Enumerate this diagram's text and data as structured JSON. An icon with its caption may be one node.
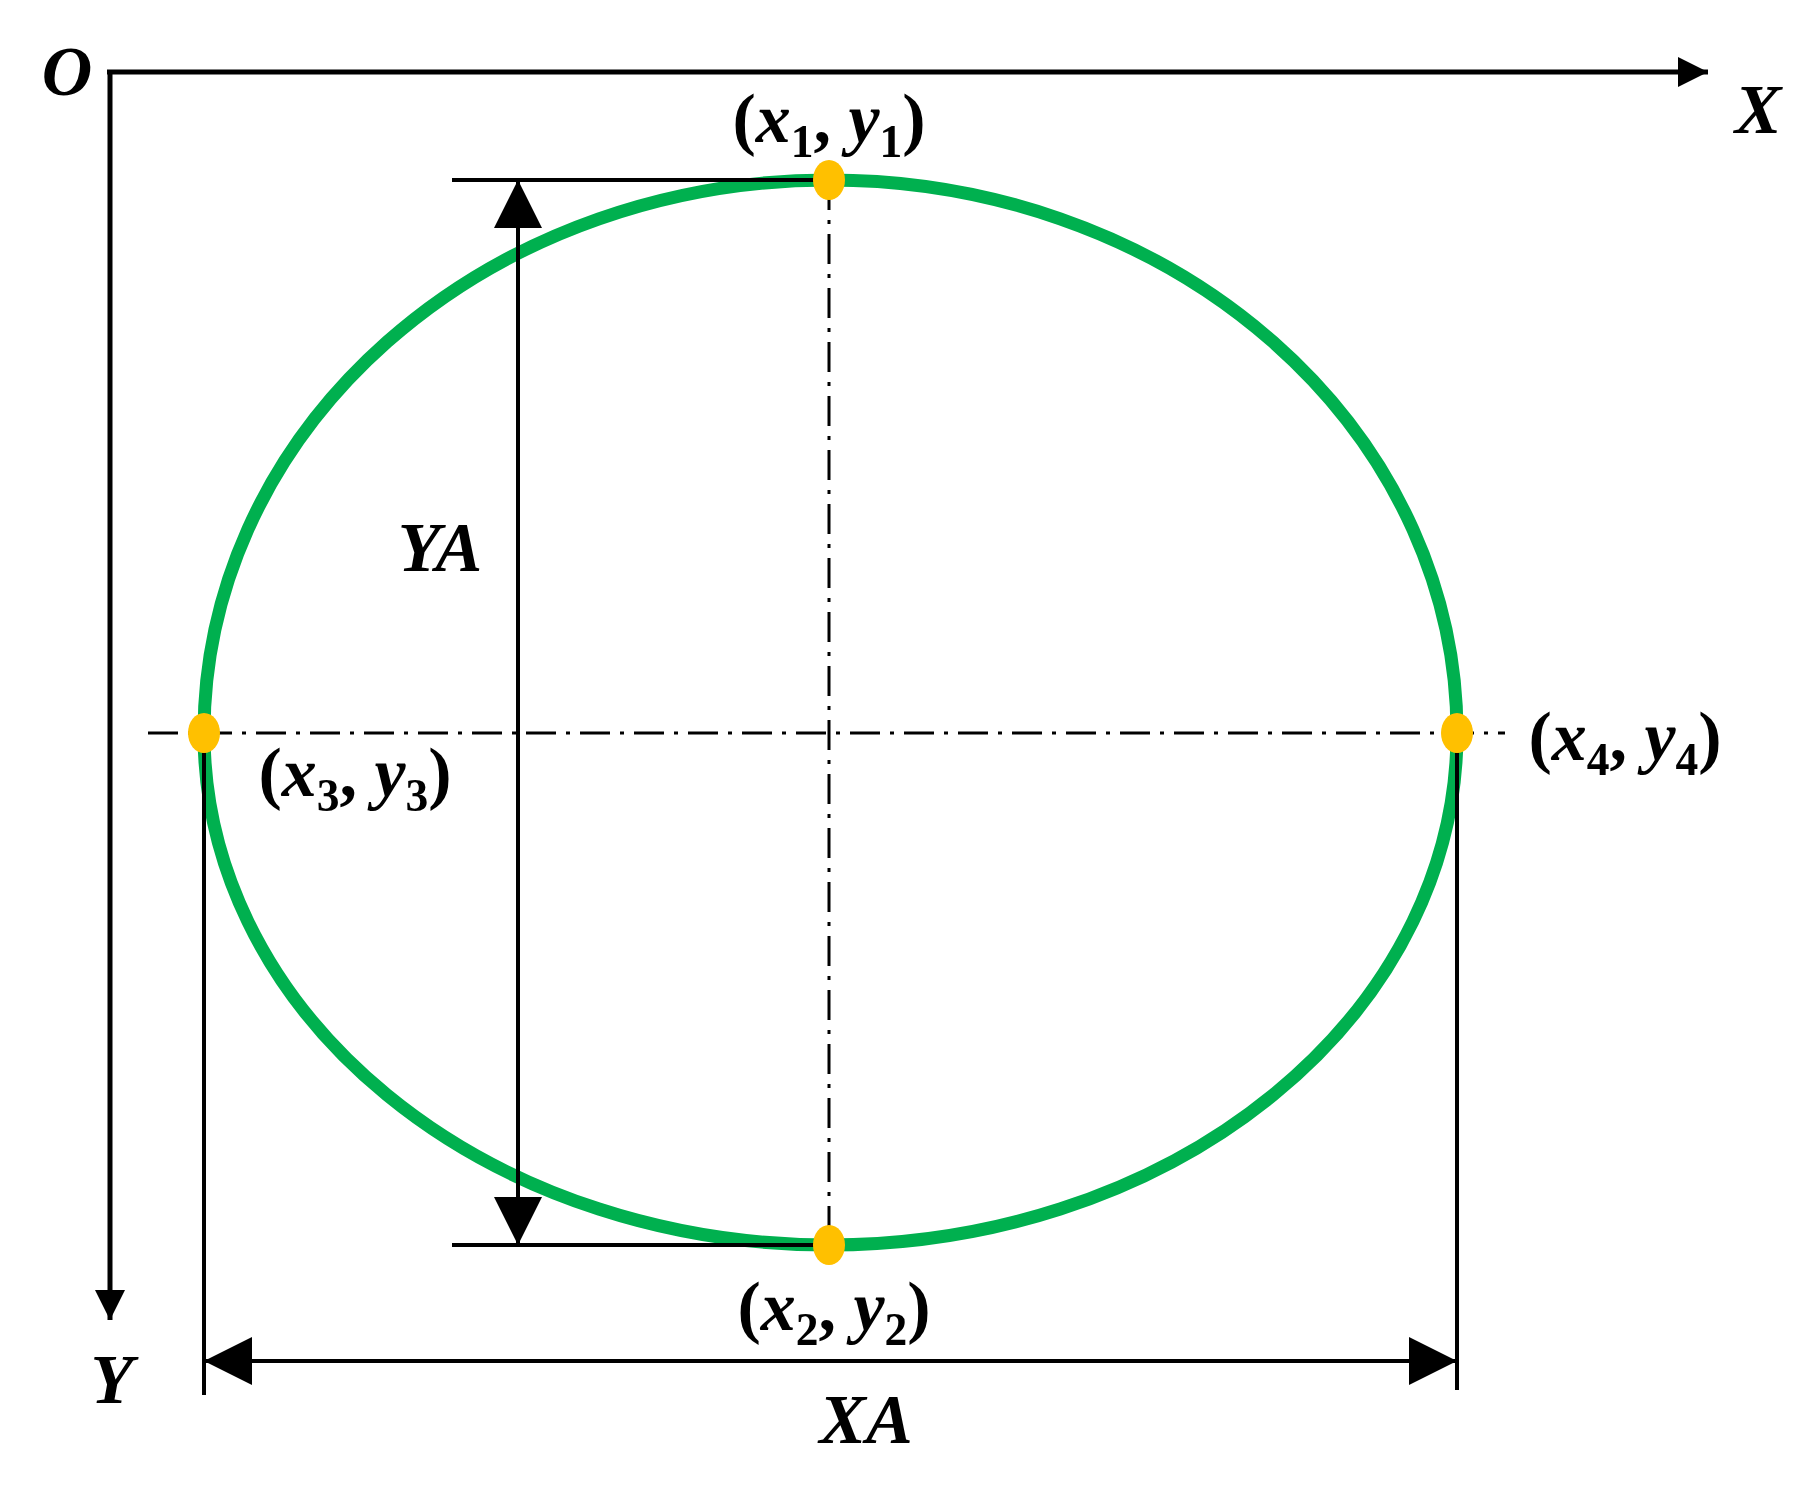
{
  "diagram": {
    "labels": [
      "O",
      "X",
      "(*x*$_{1}$, *y*$_{1}$)",
      "YA",
      "(*x*$_{3}$, *y*$_{3}$)",
      "(*x*$_{4}$, *y*$_{4}$)",
      "(*x*$_{2}$, *y*$_{2}$)",
      "Y",
      "XA"
    ]
  }
}
